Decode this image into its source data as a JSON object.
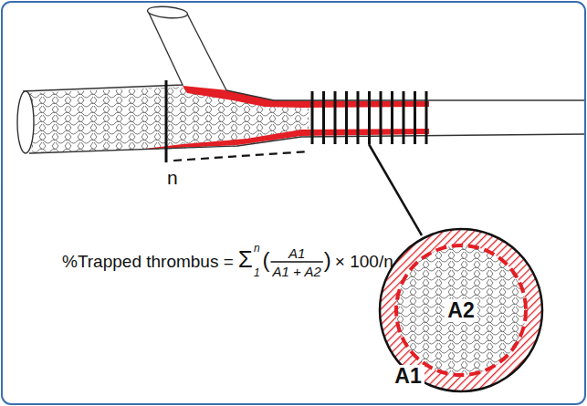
{
  "diagram": {
    "labels": [
      "n",
      "%Trapped thrombus =",
      "Σ",
      "n",
      "1",
      "(",
      "A1",
      "A1 + A2",
      ")",
      "× 100/n",
      "A2",
      "A1"
    ]
  }
}
